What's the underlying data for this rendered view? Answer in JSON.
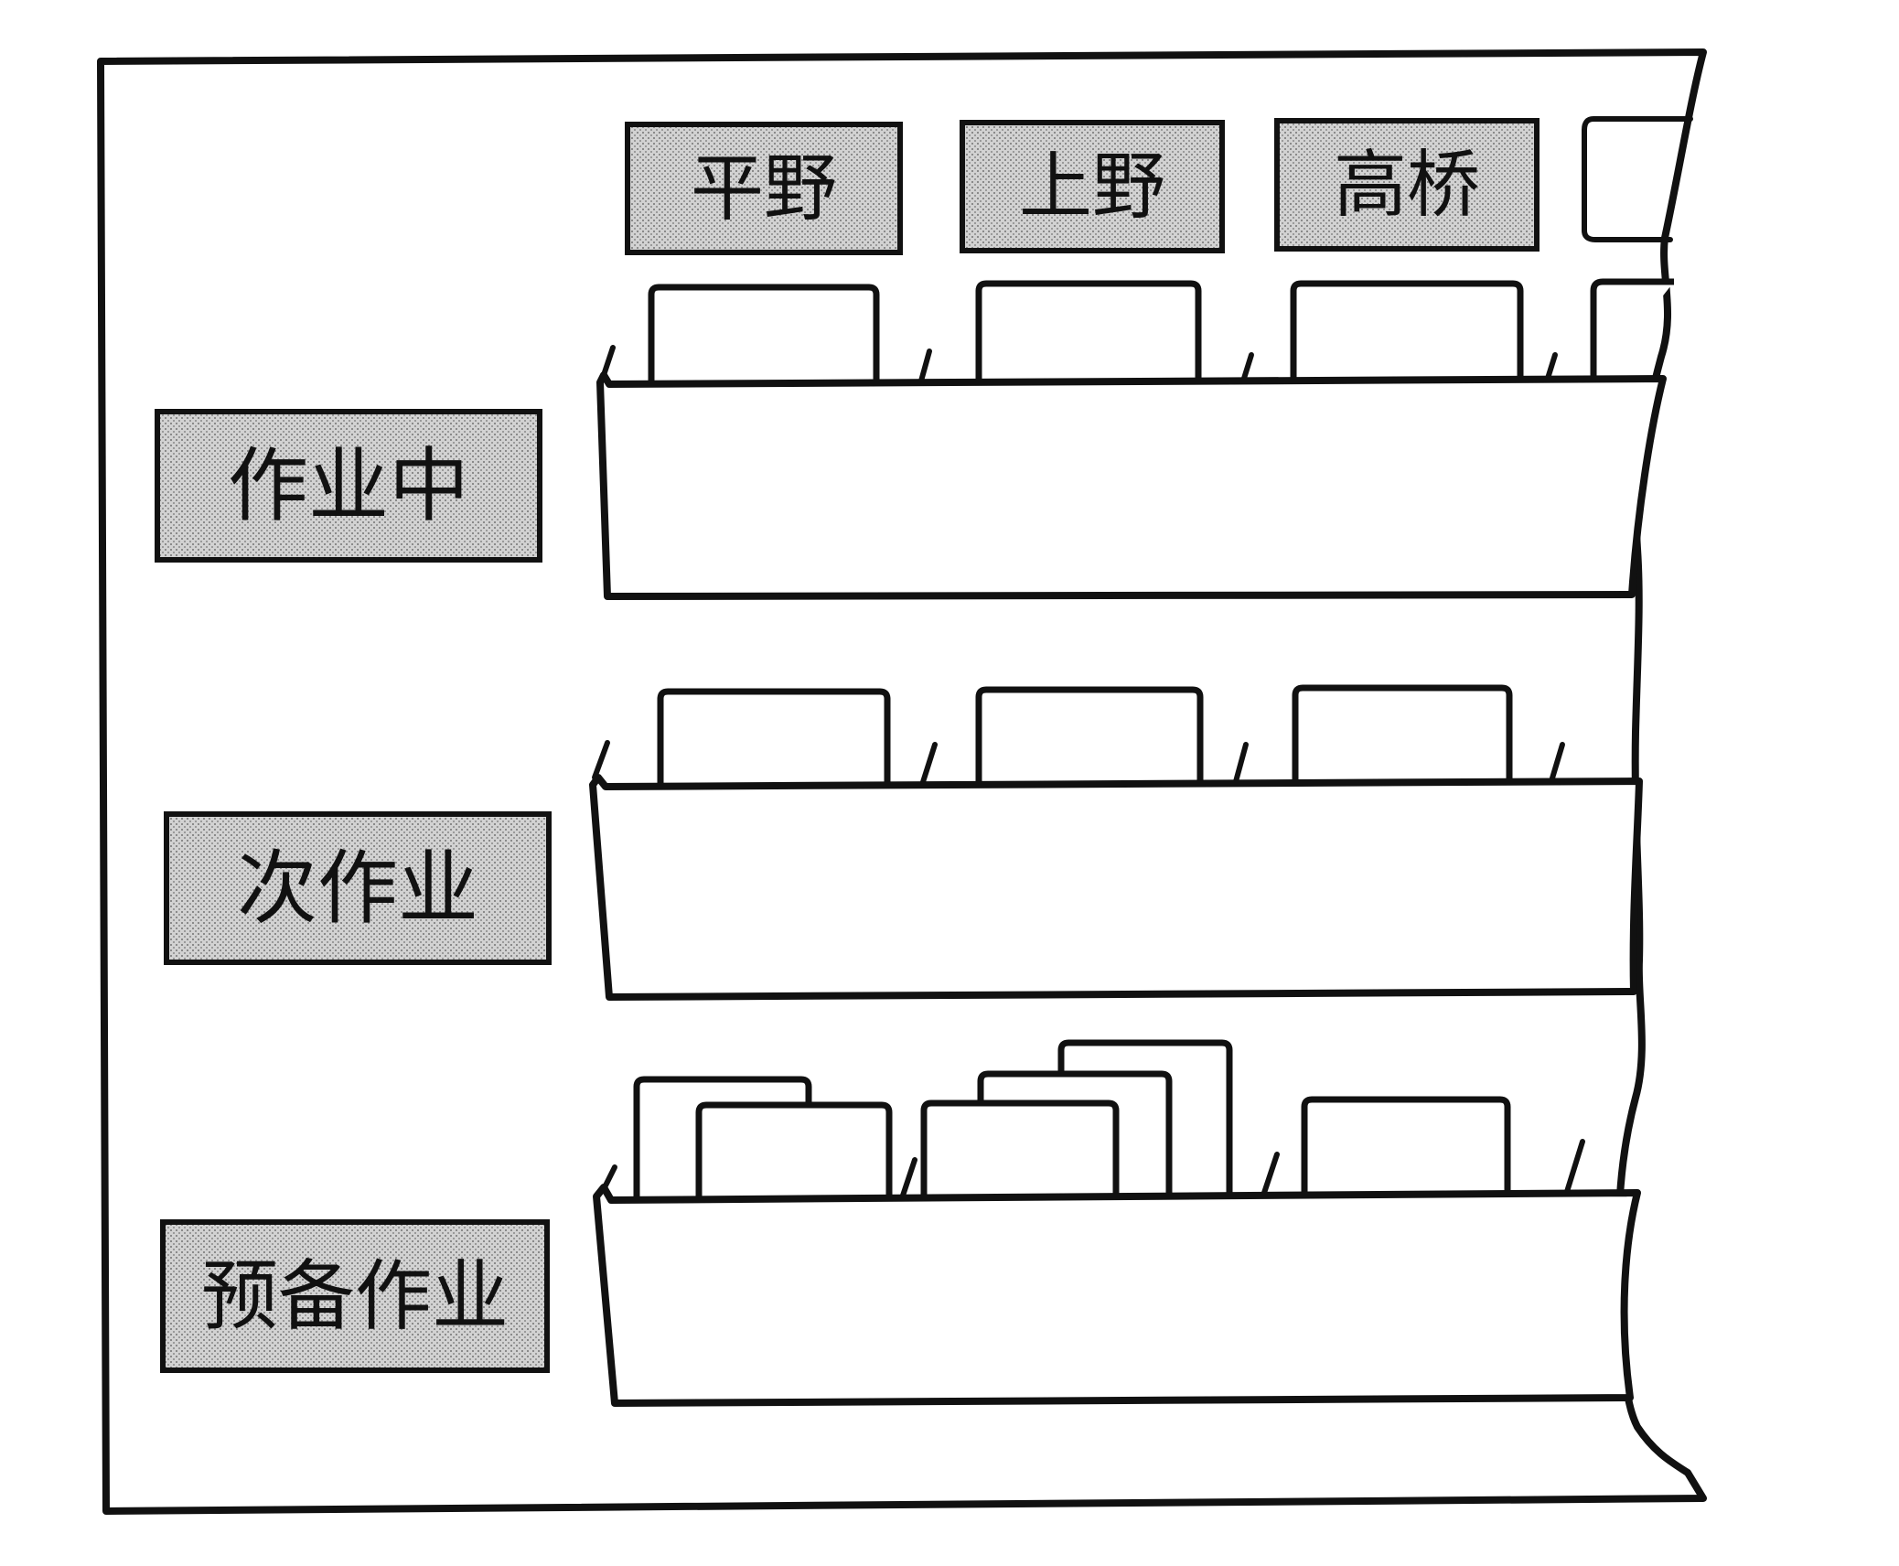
{
  "names": [
    "平野",
    "上野",
    "高桥"
  ],
  "rows": [
    "作业中",
    "次作业",
    "预备作业"
  ]
}
